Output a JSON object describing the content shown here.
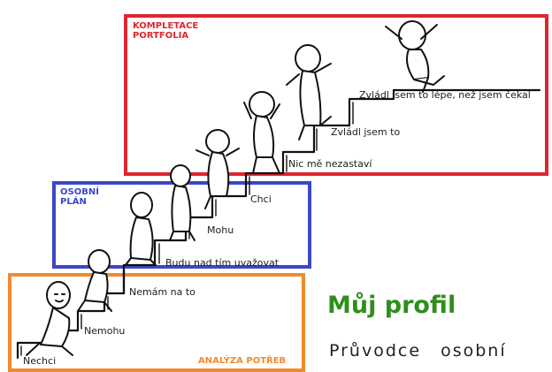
{
  "colors": {
    "completion": "#e0262e",
    "plan": "#3a47c9",
    "analysis": "#f18a2c",
    "profile_title": "#2f8e1e"
  },
  "sections": {
    "completion": {
      "title": "KOMPLETACE\nPORTFOLIA"
    },
    "plan": {
      "title": "OSOBNÍ\nPLÁN"
    },
    "analysis": {
      "title": "ANALÝZA POTŘEB"
    }
  },
  "steps": [
    "Nechci",
    "Nemohu",
    "Nemám na to",
    "Budu nad tím uvažovat",
    "Mohu",
    "Chci",
    "Nic mě nezastaví",
    "Zvládl jsem to",
    "Zvládl jsem to lépe, než jsem čekal"
  ],
  "profile": {
    "title": "Můj profil",
    "subtitle": "Průvodce osobní"
  }
}
